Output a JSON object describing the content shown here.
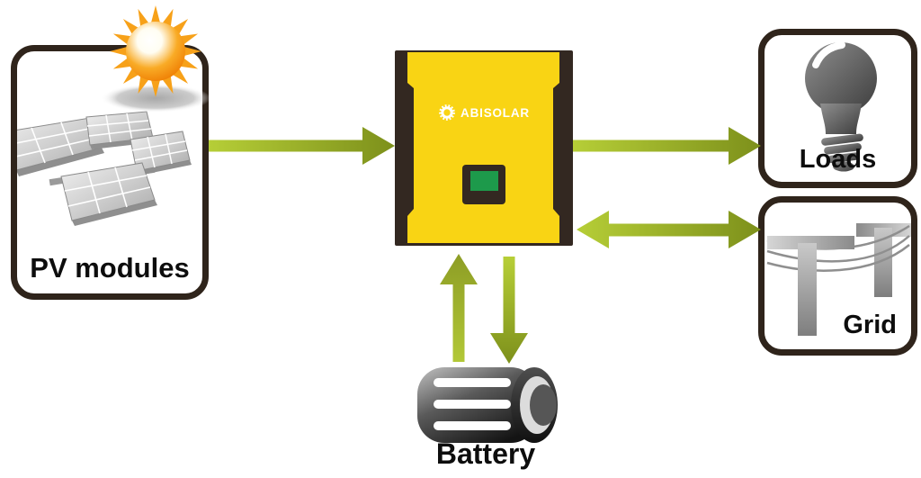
{
  "diagram": {
    "type": "solar-hybrid-inverter-energy-flow",
    "nodes": [
      {
        "id": "pv-modules",
        "label": "PV modules",
        "icon": "solar-panels-icon"
      },
      {
        "id": "inverter",
        "label": "ABISOLAR",
        "icon": "hybrid-inverter-icon"
      },
      {
        "id": "loads",
        "label": "Loads",
        "icon": "light-bulb-icon"
      },
      {
        "id": "grid",
        "label": "Grid",
        "icon": "power-lines-icon"
      },
      {
        "id": "battery",
        "label": "Battery",
        "icon": "battery-icon"
      }
    ],
    "connections": [
      {
        "from": "pv-modules",
        "to": "inverter",
        "bidirectional": false
      },
      {
        "from": "inverter",
        "to": "loads",
        "bidirectional": false
      },
      {
        "from": "inverter",
        "to": "grid",
        "bidirectional": true
      },
      {
        "from": "battery",
        "to": "inverter",
        "bidirectional": false
      },
      {
        "from": "inverter",
        "to": "battery",
        "bidirectional": false
      }
    ],
    "colors": {
      "arrow_light": "#b6ce37",
      "arrow_dark": "#7d901b",
      "frame_dark": "#2f241b",
      "inverter_yellow": "#f9d414",
      "screen_green": "#1d9a4b",
      "sun_orange": "#f7a119",
      "icon_gray": "#6e6e6e"
    }
  }
}
